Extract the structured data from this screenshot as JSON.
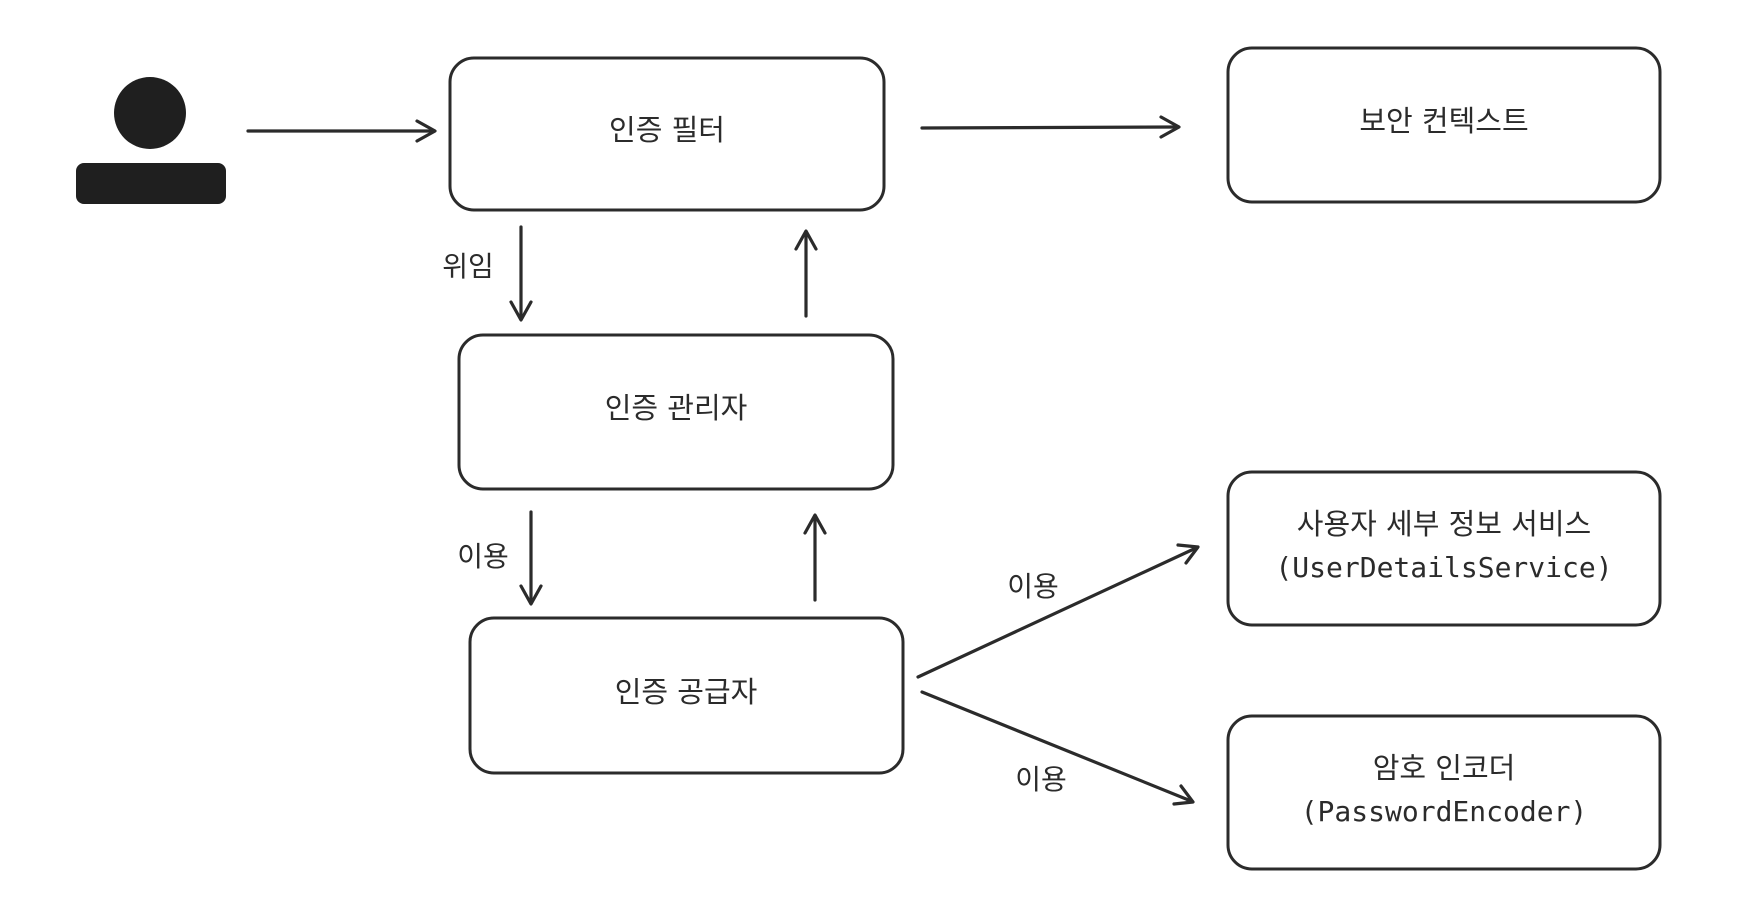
{
  "nodes": {
    "auth_filter": {
      "label": "인증 필터"
    },
    "security_context": {
      "label": "보안 컨텍스트"
    },
    "auth_manager": {
      "label": "인증 관리자"
    },
    "auth_provider": {
      "label": "인증 공급자"
    },
    "user_details_service": {
      "label": "사용자 세부 정보 서비스",
      "sublabel": "(UserDetailsService)"
    },
    "password_encoder": {
      "label": "암호 인코더",
      "sublabel": "(PasswordEncoder)"
    }
  },
  "edges": {
    "filter_to_manager": {
      "label": "위임"
    },
    "manager_to_provider": {
      "label": "이용"
    },
    "provider_to_user_details": {
      "label": "이용"
    },
    "provider_to_encoder": {
      "label": "이용"
    }
  },
  "icons": {
    "user": "user-icon"
  },
  "colors": {
    "stroke": "#2b2b2b",
    "background": "#ffffff"
  }
}
